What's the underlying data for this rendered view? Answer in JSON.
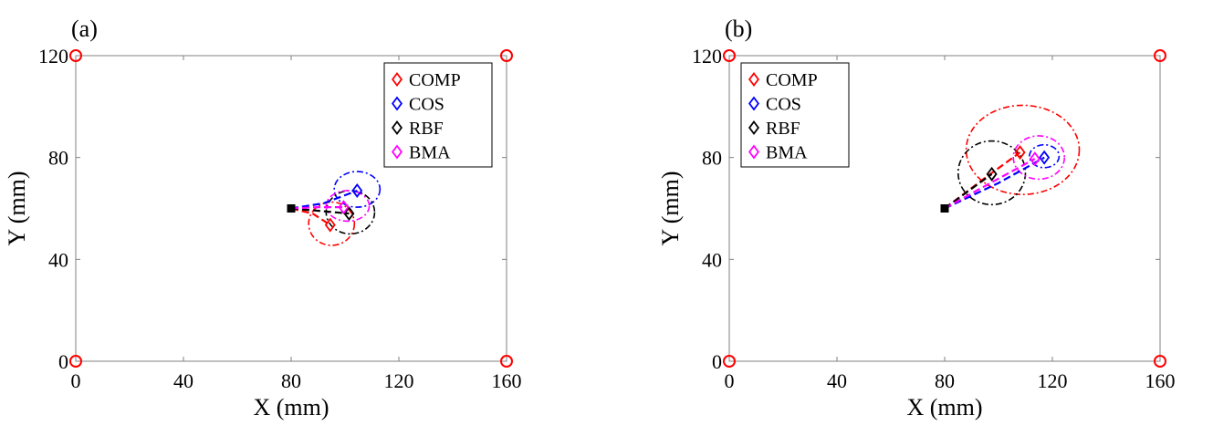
{
  "chart_data": [
    {
      "panel_label": "(a)",
      "type": "scatter",
      "xlabel": "X (mm)",
      "ylabel": "Y (mm)",
      "xlim": [
        0,
        160
      ],
      "ylim": [
        0,
        120
      ],
      "xticks": [
        0,
        40,
        80,
        120,
        160
      ],
      "yticks": [
        0,
        40,
        80,
        120
      ],
      "grid": false,
      "legend_position": "top-right",
      "anchors": [
        [
          0,
          0
        ],
        [
          0,
          120
        ],
        [
          160,
          0
        ],
        [
          160,
          120
        ]
      ],
      "start": [
        80,
        60
      ],
      "series": [
        {
          "name": "COMP",
          "color": "#ff0000",
          "point": [
            94.5,
            53.5
          ],
          "path": [
            [
              80,
              60
            ],
            [
              88,
              58
            ],
            [
              94.5,
              53.5
            ]
          ],
          "ellipse": {
            "cx": 95,
            "cy": 54,
            "rx": 8.5,
            "ry": 8.5
          }
        },
        {
          "name": "COS",
          "color": "#0000ff",
          "point": [
            104.5,
            67
          ],
          "path": [
            [
              80,
              60
            ],
            [
              92,
              62
            ],
            [
              104.5,
              67
            ]
          ],
          "ellipse": {
            "cx": 104.5,
            "cy": 67.5,
            "rx": 8.5,
            "ry": 7
          }
        },
        {
          "name": "RBF",
          "color": "#000000",
          "point": [
            101.5,
            58
          ],
          "path": [
            [
              80,
              60
            ],
            [
              91,
              59
            ],
            [
              101.5,
              58
            ]
          ],
          "ellipse": {
            "cx": 102,
            "cy": 58.5,
            "rx": 9,
            "ry": 8.5
          }
        },
        {
          "name": "BMA",
          "color": "#ff00ff",
          "point": [
            99.5,
            60.5
          ],
          "path": [
            [
              80,
              60
            ],
            [
              90,
              60.5
            ],
            [
              99.5,
              60.5
            ]
          ],
          "ellipse": {
            "cx": 101,
            "cy": 61,
            "rx": 8,
            "ry": 6
          }
        }
      ]
    },
    {
      "panel_label": "(b)",
      "type": "scatter",
      "xlabel": "X (mm)",
      "ylabel": "Y (mm)",
      "xlim": [
        0,
        160
      ],
      "ylim": [
        0,
        120
      ],
      "xticks": [
        0,
        40,
        80,
        120,
        160
      ],
      "yticks": [
        0,
        40,
        80,
        120
      ],
      "grid": false,
      "legend_position": "top-left",
      "anchors": [
        [
          0,
          0
        ],
        [
          0,
          120
        ],
        [
          160,
          0
        ],
        [
          160,
          120
        ]
      ],
      "start": [
        80,
        60
      ],
      "series": [
        {
          "name": "COMP",
          "color": "#ff0000",
          "point": [
            108,
            82
          ],
          "path": [
            [
              80,
              60
            ],
            [
              95,
              72
            ],
            [
              108,
              82
            ]
          ],
          "ellipse": {
            "cx": 109,
            "cy": 83,
            "rx": 21,
            "ry": 17.5
          }
        },
        {
          "name": "COS",
          "color": "#0000ff",
          "point": [
            117,
            80
          ],
          "path": [
            [
              80,
              60
            ],
            [
              100,
              70
            ],
            [
              117,
              80
            ]
          ],
          "ellipse": {
            "cx": 117,
            "cy": 80.5,
            "rx": 5.5,
            "ry": 4.5
          }
        },
        {
          "name": "RBF",
          "color": "#000000",
          "point": [
            97.5,
            73.5
          ],
          "path": [
            [
              80,
              60
            ],
            [
              89,
              67
            ],
            [
              97.5,
              73.5
            ]
          ],
          "ellipse": {
            "cx": 97.5,
            "cy": 74,
            "rx": 12.5,
            "ry": 12.5
          }
        },
        {
          "name": "BMA",
          "color": "#ff00ff",
          "point": [
            113.5,
            79.5
          ],
          "path": [
            [
              80,
              60
            ],
            [
              97,
              70
            ],
            [
              113.5,
              79.5
            ]
          ],
          "ellipse": {
            "cx": 115,
            "cy": 80,
            "rx": 9.5,
            "ry": 8.5
          }
        }
      ]
    }
  ]
}
